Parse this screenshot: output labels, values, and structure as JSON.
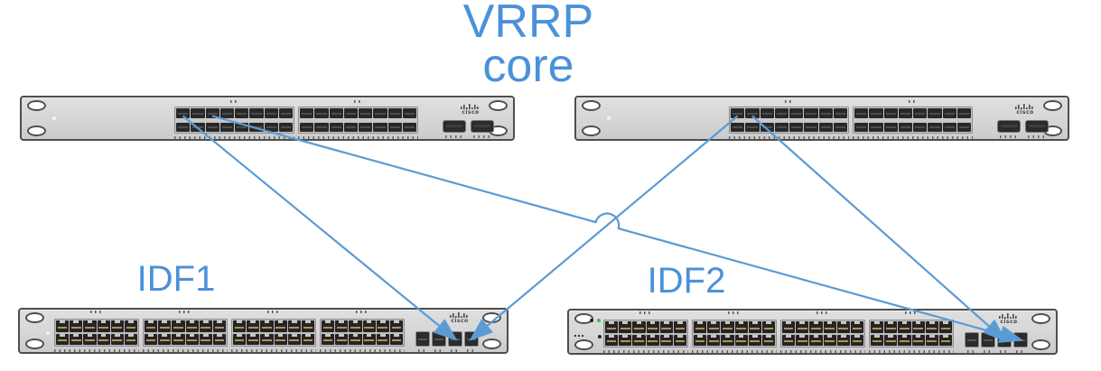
{
  "diagram": {
    "title_line1": "VRRP",
    "title_line2": "core",
    "idf1_label": "IDF1",
    "idf2_label": "IDF2"
  },
  "brand_text": "cisco",
  "colors": {
    "connector": "#5B9BD5",
    "label_text": "#4B91D9",
    "green_led": "#3dbb4f"
  },
  "switches": [
    {
      "id": "core-left",
      "role": "vrrp-core-switch-1",
      "kind": "aggregation",
      "port_type": "sfp",
      "port_banks": 2,
      "bank_cols": 8,
      "bank_rows": 2,
      "uplink_ports": 2,
      "has_green_led": false
    },
    {
      "id": "core-right",
      "role": "vrrp-core-switch-2",
      "kind": "aggregation",
      "port_type": "sfp",
      "port_banks": 2,
      "bank_cols": 8,
      "bank_rows": 2,
      "uplink_ports": 2,
      "has_green_led": false
    },
    {
      "id": "idf1",
      "role": "access-switch-idf1",
      "kind": "access",
      "port_type": "rj45",
      "port_banks": 4,
      "bank_cols": 6,
      "bank_rows": 2,
      "uplink_ports": 4,
      "has_green_led": false
    },
    {
      "id": "idf2",
      "role": "access-switch-idf2",
      "kind": "access",
      "port_type": "rj45",
      "port_banks": 4,
      "bank_cols": 6,
      "bank_rows": 2,
      "uplink_ports": 4,
      "has_green_led": true
    }
  ],
  "connections": [
    {
      "from": {
        "switch": "core-left",
        "port": 1
      },
      "to": {
        "switch": "idf1",
        "uplink": 3
      },
      "jump_over": false
    },
    {
      "from": {
        "switch": "core-left",
        "port": 3
      },
      "to": {
        "switch": "idf2",
        "uplink": 4
      },
      "jump_over": true
    },
    {
      "from": {
        "switch": "core-right",
        "port": 1
      },
      "to": {
        "switch": "idf1",
        "uplink": 4
      },
      "jump_over": false
    },
    {
      "from": {
        "switch": "core-right",
        "port": 2
      },
      "to": {
        "switch": "idf2",
        "uplink": 3
      },
      "jump_over": false
    }
  ]
}
